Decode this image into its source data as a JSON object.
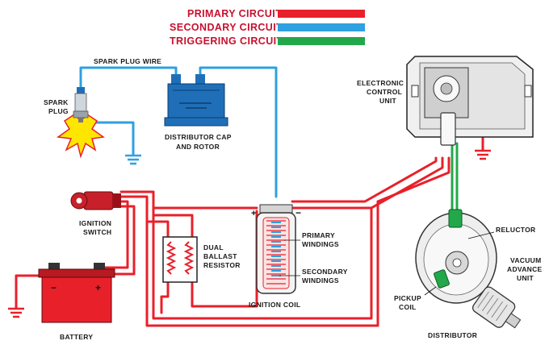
{
  "colors": {
    "primary": "#e8202a",
    "secondary": "#2fa0e0",
    "triggering": "#22a84a",
    "battery": "#e8202a",
    "component_blue": "#1f6fb8",
    "ground": "#e8202a",
    "component_gray": "#d4d4d4"
  },
  "legend": {
    "primary": "PRIMARY CIRCUIT",
    "secondary": "SECONDARY CIRCUIT",
    "triggering": "TRIGGERING CIRCUIT"
  },
  "labels": {
    "spark_plug_wire": "SPARK PLUG WIRE",
    "spark_plug_1": "SPARK",
    "spark_plug_2": "PLUG",
    "distributor_cap_1": "DISTRIBUTOR CAP",
    "distributor_cap_2": "AND ROTOR",
    "ecu_1": "ELECTRONIC",
    "ecu_2": "CONTROL",
    "ecu_3": "UNIT",
    "ignition_switch_1": "IGNITION",
    "ignition_switch_2": "SWITCH",
    "dual_ballast_1": "DUAL",
    "dual_ballast_2": "BALLAST",
    "dual_ballast_3": "RESISTOR",
    "primary_windings_1": "PRIMARY",
    "primary_windings_2": "WINDINGS",
    "secondary_windings_1": "SECONDARY",
    "secondary_windings_2": "WINDINGS",
    "ignition_coil": "IGNITION COIL",
    "battery": "BATTERY",
    "reluctor": "RELUCTOR",
    "pickup_coil_1": "PICKUP",
    "pickup_coil_2": "COIL",
    "vacuum_1": "VACUUM",
    "vacuum_2": "ADVANCE",
    "vacuum_3": "UNIT",
    "distributor": "DISTRIBUTOR"
  },
  "icons": {
    "spark_plug": "spark-plug-icon",
    "distributor_cap": "distributor-cap-icon",
    "ecu": "ecu-icon",
    "ignition_switch": "ignition-switch-icon",
    "ballast": "ballast-resistor-icon",
    "coil": "ignition-coil-icon",
    "battery": "battery-icon",
    "distributor": "distributor-icon",
    "ground": "ground-icon"
  }
}
